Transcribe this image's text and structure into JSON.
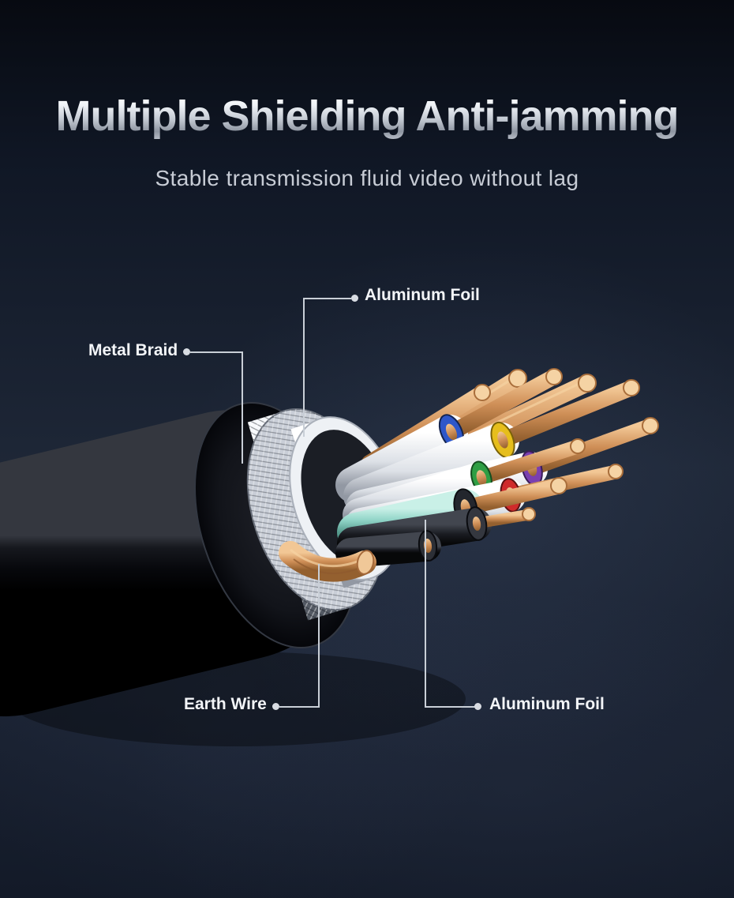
{
  "header": {
    "title": "Multiple Shielding Anti-jamming",
    "subtitle": "Stable transmission fluid video without lag"
  },
  "callouts": {
    "aluminum_foil_top": {
      "label": "Aluminum Foil"
    },
    "metal_braid": {
      "label": "Metal Braid"
    },
    "earth_wire": {
      "label": "Earth Wire"
    },
    "aluminum_foil_bottom": {
      "label": "Aluminum Foil"
    }
  },
  "illustration": {
    "name": "cable-cross-section",
    "labeled_parts": [
      "Aluminum Foil",
      "Metal Braid",
      "Earth Wire",
      "Aluminum Foil"
    ],
    "colors": {
      "jacket_black": "#0a0c10",
      "braid_silver": "#c6cbd4",
      "foil_white": "#e9ecf0",
      "copper": "#cf8f57",
      "wire_blue": "#2e57c9",
      "wire_yellow": "#e6be1c",
      "wire_purple": "#7a3fb0",
      "wire_green": "#2f9e44",
      "wire_red": "#cf2b2b",
      "wire_mint": "#8fd3c6"
    }
  }
}
